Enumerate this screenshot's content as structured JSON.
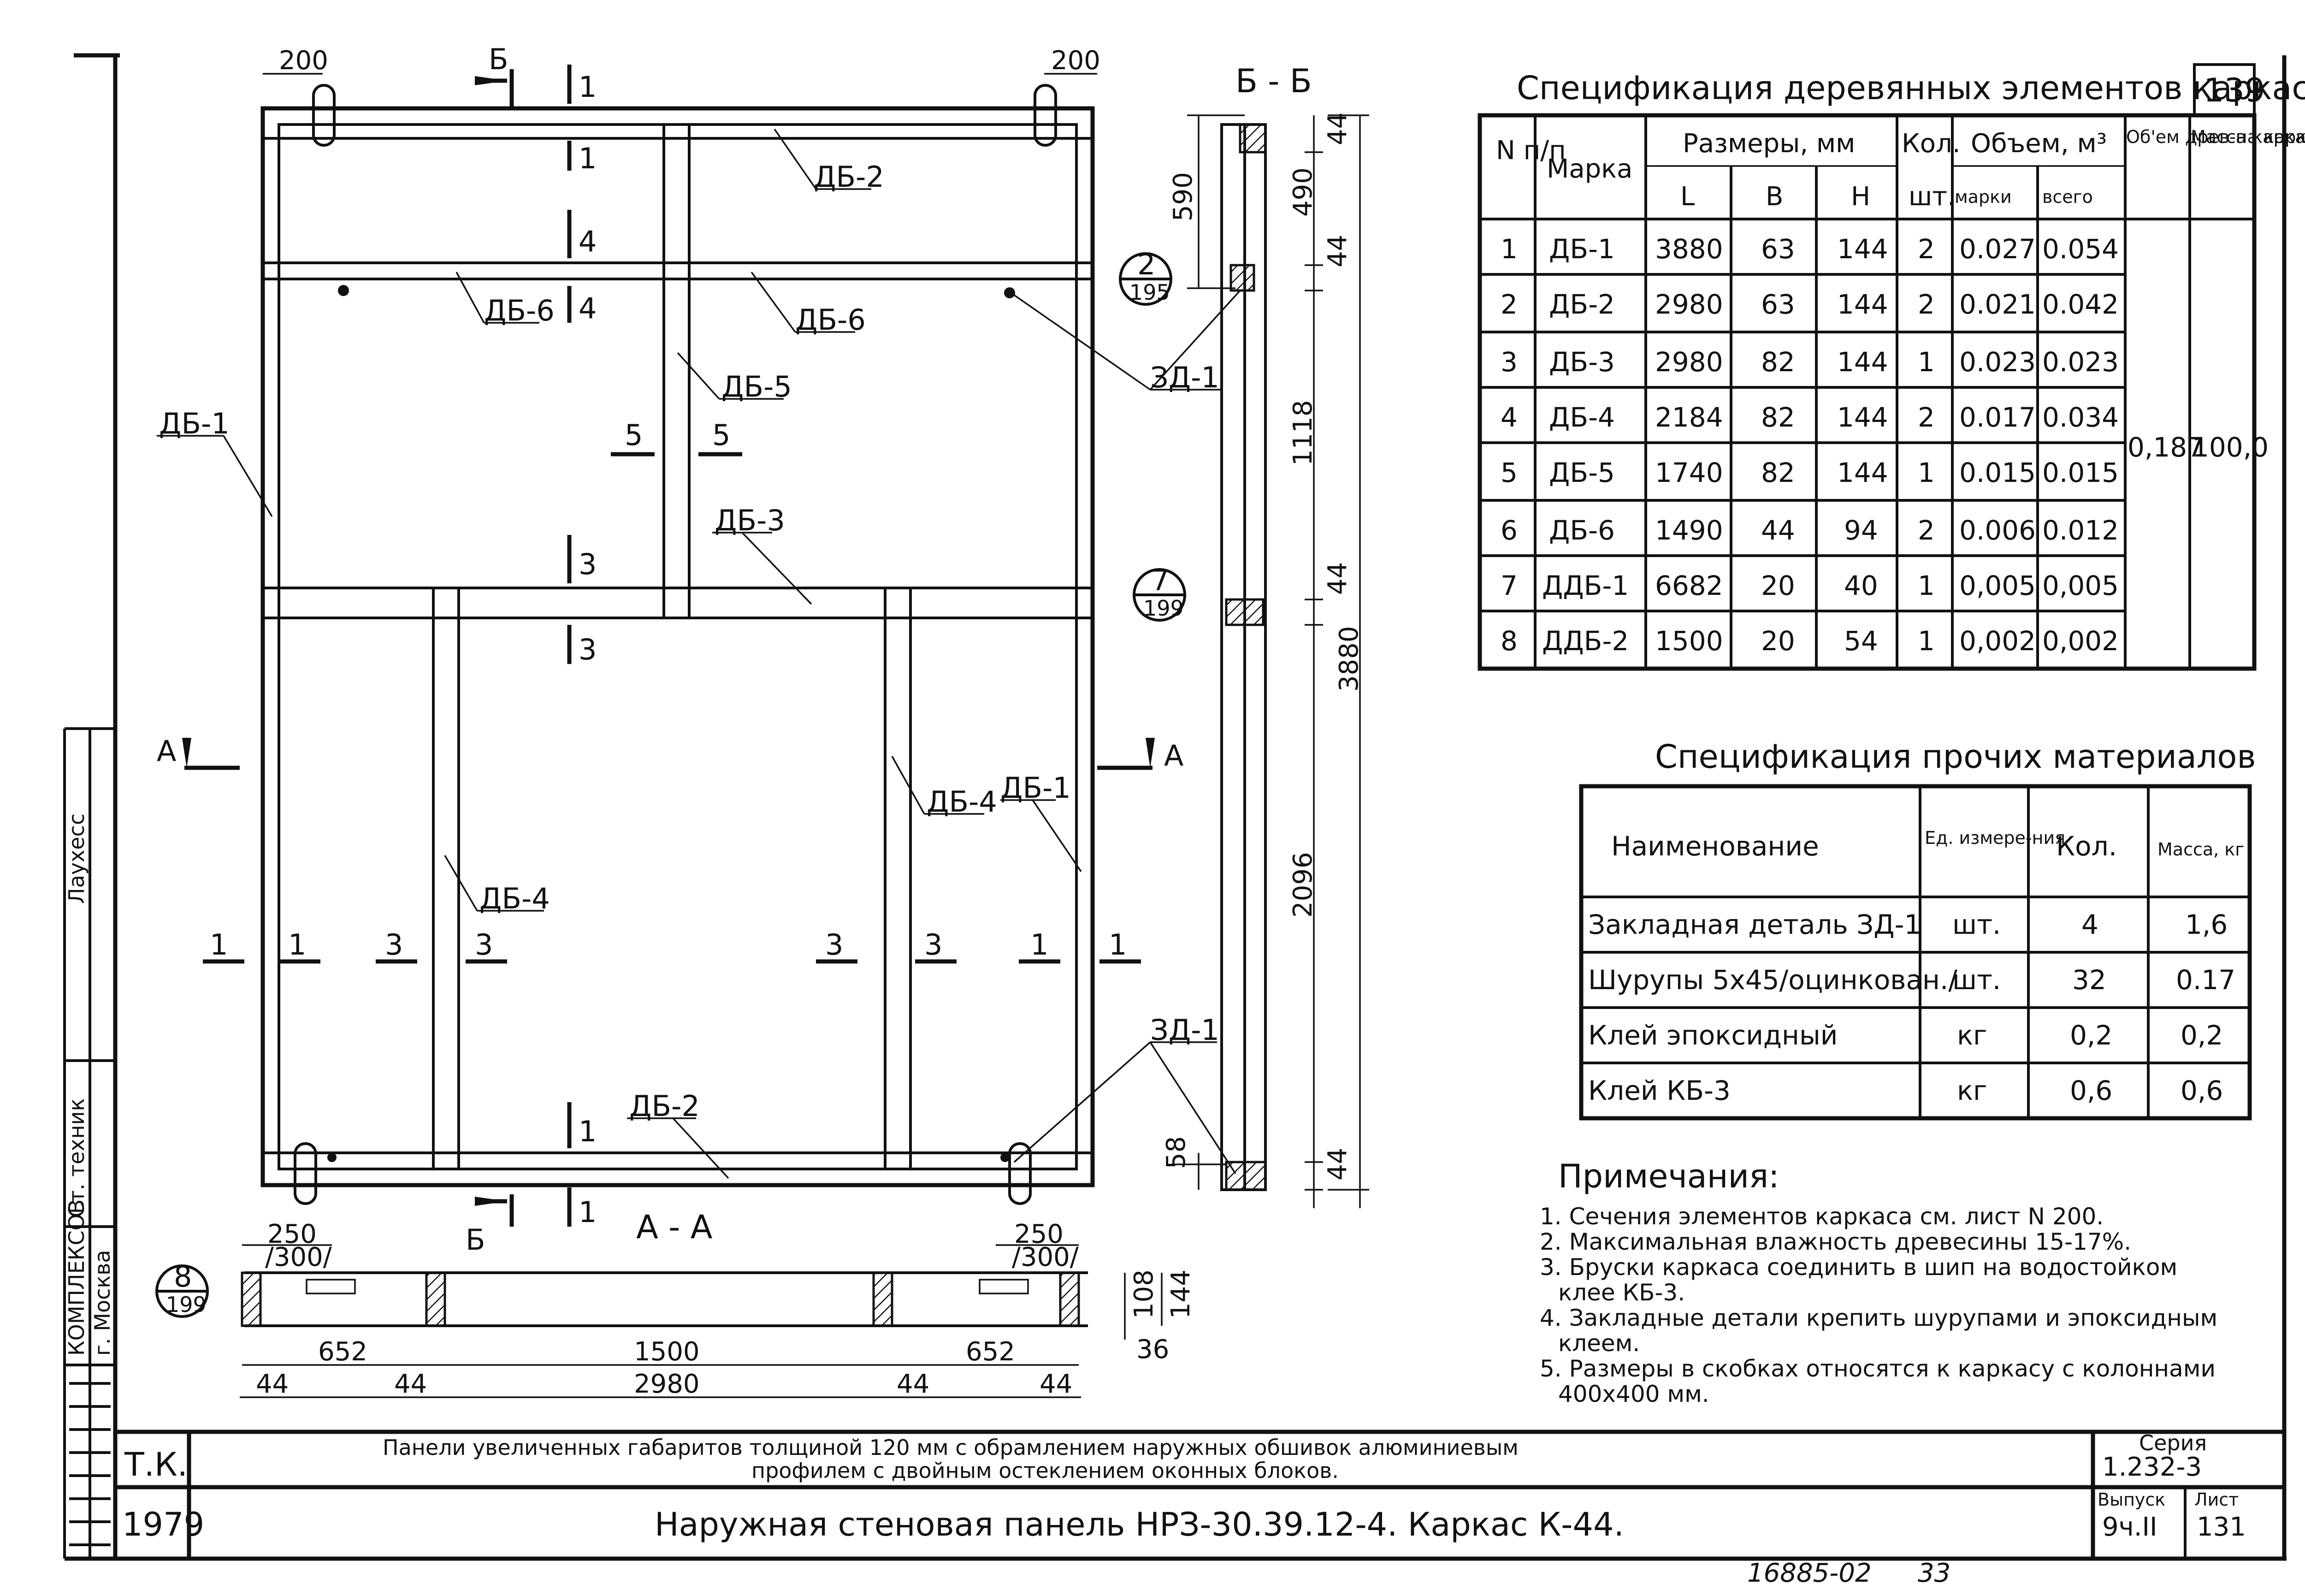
{
  "sheet_number_top": "139",
  "spec_wood": {
    "title": "Спецификация деревянных элементов каркаса",
    "headers": {
      "n": "N п/п",
      "mark": "Марка",
      "sizes": "Размеры, мм",
      "L": "L",
      "B": "B",
      "H": "H",
      "qty": "Кол.",
      "qty_unit": "шт.",
      "volume": "Объем, м³",
      "vol_mark": "марки",
      "vol_total": "всего",
      "vol_wood": "Об'ем древ-на каркас",
      "mass": "Масса каркаса кг"
    },
    "rows": [
      {
        "n": "1",
        "mark": "ДБ-1",
        "L": "3880",
        "B": "63",
        "H": "144",
        "qty": "2",
        "vm": "0.027",
        "vt": "0.054"
      },
      {
        "n": "2",
        "mark": "ДБ-2",
        "L": "2980",
        "B": "63",
        "H": "144",
        "qty": "2",
        "vm": "0.021",
        "vt": "0.042"
      },
      {
        "n": "3",
        "mark": "ДБ-3",
        "L": "2980",
        "B": "82",
        "H": "144",
        "qty": "1",
        "vm": "0.023",
        "vt": "0.023"
      },
      {
        "n": "4",
        "mark": "ДБ-4",
        "L": "2184",
        "B": "82",
        "H": "144",
        "qty": "2",
        "vm": "0.017",
        "vt": "0.034"
      },
      {
        "n": "5",
        "mark": "ДБ-5",
        "L": "1740",
        "B": "82",
        "H": "144",
        "qty": "1",
        "vm": "0.015",
        "vt": "0.015"
      },
      {
        "n": "6",
        "mark": "ДБ-6",
        "L": "1490",
        "B": "44",
        "H": "94",
        "qty": "2",
        "vm": "0.006",
        "vt": "0.012"
      },
      {
        "n": "7",
        "mark": "ДДБ-1",
        "L": "6682",
        "B": "20",
        "H": "40",
        "qty": "1",
        "vm": "0,005",
        "vt": "0,005"
      },
      {
        "n": "8",
        "mark": "ДДБ-2",
        "L": "1500",
        "B": "20",
        "H": "54",
        "qty": "1",
        "vm": "0,002",
        "vt": "0,002"
      }
    ],
    "wood_volume": "0,187",
    "frame_mass": "100,0"
  },
  "spec_other": {
    "title": "Спецификация прочих материалов",
    "headers": {
      "name": "Наименование",
      "unit": "Ед. измере-ния",
      "qty": "Кол.",
      "mass": "Масса, кг"
    },
    "rows": [
      {
        "name": "Закладная деталь ЗД-1",
        "unit": "шт.",
        "qty": "4",
        "mass": "1,6"
      },
      {
        "name": "Шурупы 5x45/оцинкован./",
        "unit": "шт.",
        "qty": "32",
        "mass": "0.17"
      },
      {
        "name": "Клей эпоксидный",
        "unit": "кг",
        "qty": "0,2",
        "mass": "0,2"
      },
      {
        "name": "Клей КБ-3",
        "unit": "кг",
        "qty": "0,6",
        "mass": "0,6"
      }
    ]
  },
  "notes": {
    "title": "Примечания:",
    "items": [
      "1. Сечения элементов каркаса см. лист N 200.",
      "2. Максимальная влажность древесины 15-17%.",
      "3. Бруски каркаса соединить в шип на водостойком",
      "клее КБ-3.",
      "4. Закладные детали крепить шурупами и эпоксидным",
      "клеем.",
      "5. Размеры в скобках относятся к каркасу с колоннами",
      "400x400 мм."
    ]
  },
  "title_block": {
    "org": "Т.К.",
    "year": "1979",
    "desc_line1": "Панели увеличенных габаритов толщиной 120 мм с обрамлением наружных обшивок алюминиевым",
    "desc_line2": "профилем с двойным остеклением оконных блоков.",
    "name": "Наружная стеновая панель НРЗ-30.39.12-4. Каркас К-44.",
    "series_label": "Серия",
    "series": "1.232-3",
    "issue_label": "Выпуск",
    "issue": "9ч.II",
    "sheet_label": "Лист",
    "sheet": "131"
  },
  "stamp": {
    "city": "г. Москва",
    "inst": "КОМПЛЕКСОВ",
    "tech": "Ст. техник",
    "name": "Лаухесс"
  },
  "footer": {
    "code": "16885-02",
    "page": "33"
  },
  "drawing": {
    "labels": {
      "db1": "ДБ-1",
      "db2": "ДБ-2",
      "db3": "ДБ-3",
      "db4": "ДБ-4",
      "db5": "ДБ-5",
      "db6": "ДБ-6",
      "zd1": "ЗД-1",
      "sec_A": "А",
      "sec_B": "Б",
      "sec_BB": "Б - Б",
      "sec_AA": "А - А",
      "n1": "1",
      "n3": "3",
      "n4": "4",
      "n5": "5"
    },
    "dims": {
      "d200": "200",
      "d590": "590",
      "d490": "490",
      "d44": "44",
      "d1118": "1118",
      "d3880": "3880",
      "d2096": "2096",
      "d58": "58",
      "d250": "250",
      "d300": "/300/",
      "d652": "652",
      "d1500": "1500",
      "d2980": "2980",
      "d108": "108",
      "d144": "144",
      "d36": "36"
    },
    "callouts": [
      {
        "top": "2",
        "bottom": "195"
      },
      {
        "top": "7",
        "bottom": "199"
      },
      {
        "top": "8",
        "bottom": "199"
      }
    ]
  }
}
